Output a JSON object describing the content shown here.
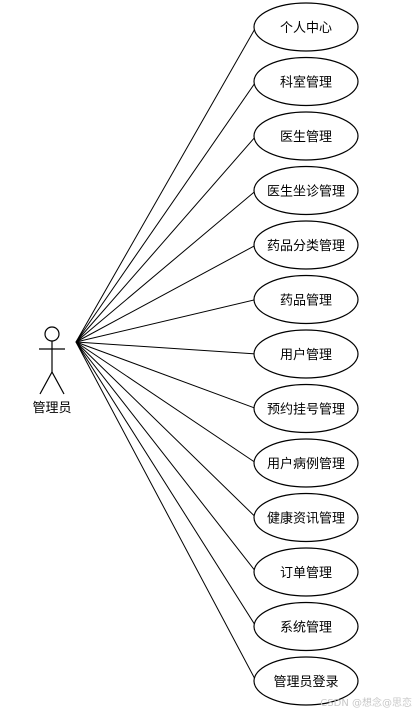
{
  "actor": {
    "label": "管理员"
  },
  "use_cases": [
    "个人中心",
    "科室管理",
    "医生管理",
    "医生坐诊管理",
    "药品分类管理",
    "药品管理",
    "用户管理",
    "预约挂号管理",
    "用户病例管理",
    "健康资讯管理",
    "订单管理",
    "系统管理",
    "管理员登录"
  ],
  "watermark": "CSDN @想念@思恋"
}
